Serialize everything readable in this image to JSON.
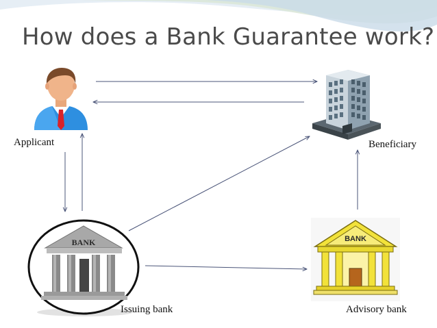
{
  "title": "How does a Bank Guarantee work?",
  "nodes": {
    "applicant": {
      "label": "Applicant",
      "icon": "businessman-icon"
    },
    "beneficiary": {
      "label": "Beneficiary",
      "icon": "office-building-icon"
    },
    "issuing_bank": {
      "label": "Issuing bank",
      "icon": "bank-building-icon",
      "sign": "BANK"
    },
    "advisory_bank": {
      "label": "Advisory bank",
      "icon": "bank-building-icon",
      "sign": "BANK"
    }
  },
  "colors": {
    "title": "#4a4a4a",
    "arrow": "#4a5478",
    "swoosh": "#c9dbe8",
    "advisory_bank": "#f2e23a",
    "issuing_bank": "#8a8a8a"
  }
}
